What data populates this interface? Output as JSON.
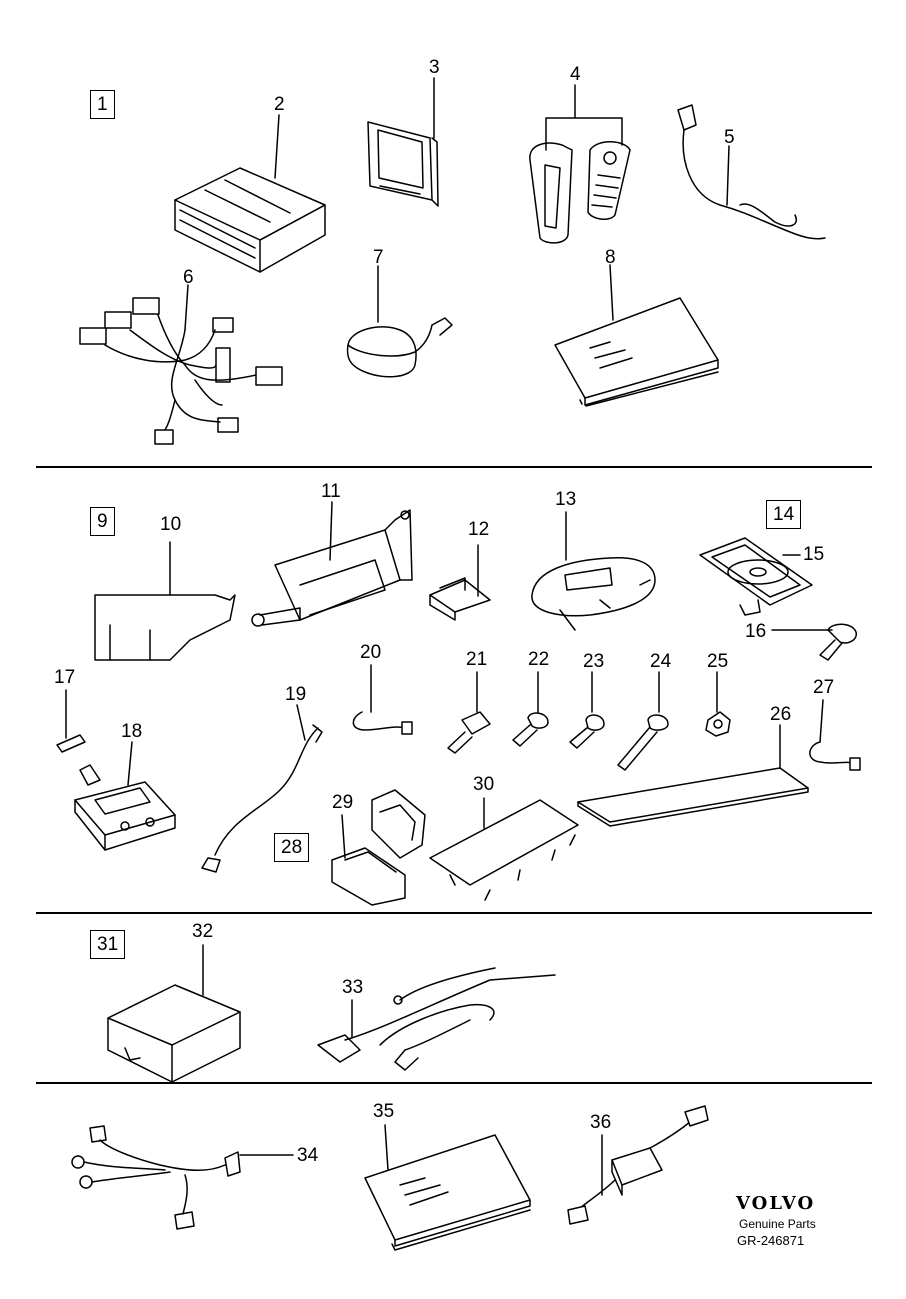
{
  "sections": {
    "box_1": "1",
    "box_9": "9",
    "box_14": "14",
    "box_28": "28",
    "box_31": "31"
  },
  "labels": {
    "n2": "2",
    "n3": "3",
    "n4": "4",
    "n5": "5",
    "n6": "6",
    "n7": "7",
    "n8": "8",
    "n10": "10",
    "n11": "11",
    "n12": "12",
    "n13": "13",
    "n15": "15",
    "n16": "16",
    "n17": "17",
    "n18": "18",
    "n19": "19",
    "n20": "20",
    "n21": "21",
    "n22": "22",
    "n23": "23",
    "n24": "24",
    "n25": "25",
    "n26": "26",
    "n27": "27",
    "n29": "29",
    "n30": "30",
    "n32": "32",
    "n33": "33",
    "n34": "34",
    "n35": "35",
    "n36": "36"
  },
  "footer": {
    "brand": "VOLVO",
    "subtitle": "Genuine Parts",
    "code": "GR-246871"
  }
}
